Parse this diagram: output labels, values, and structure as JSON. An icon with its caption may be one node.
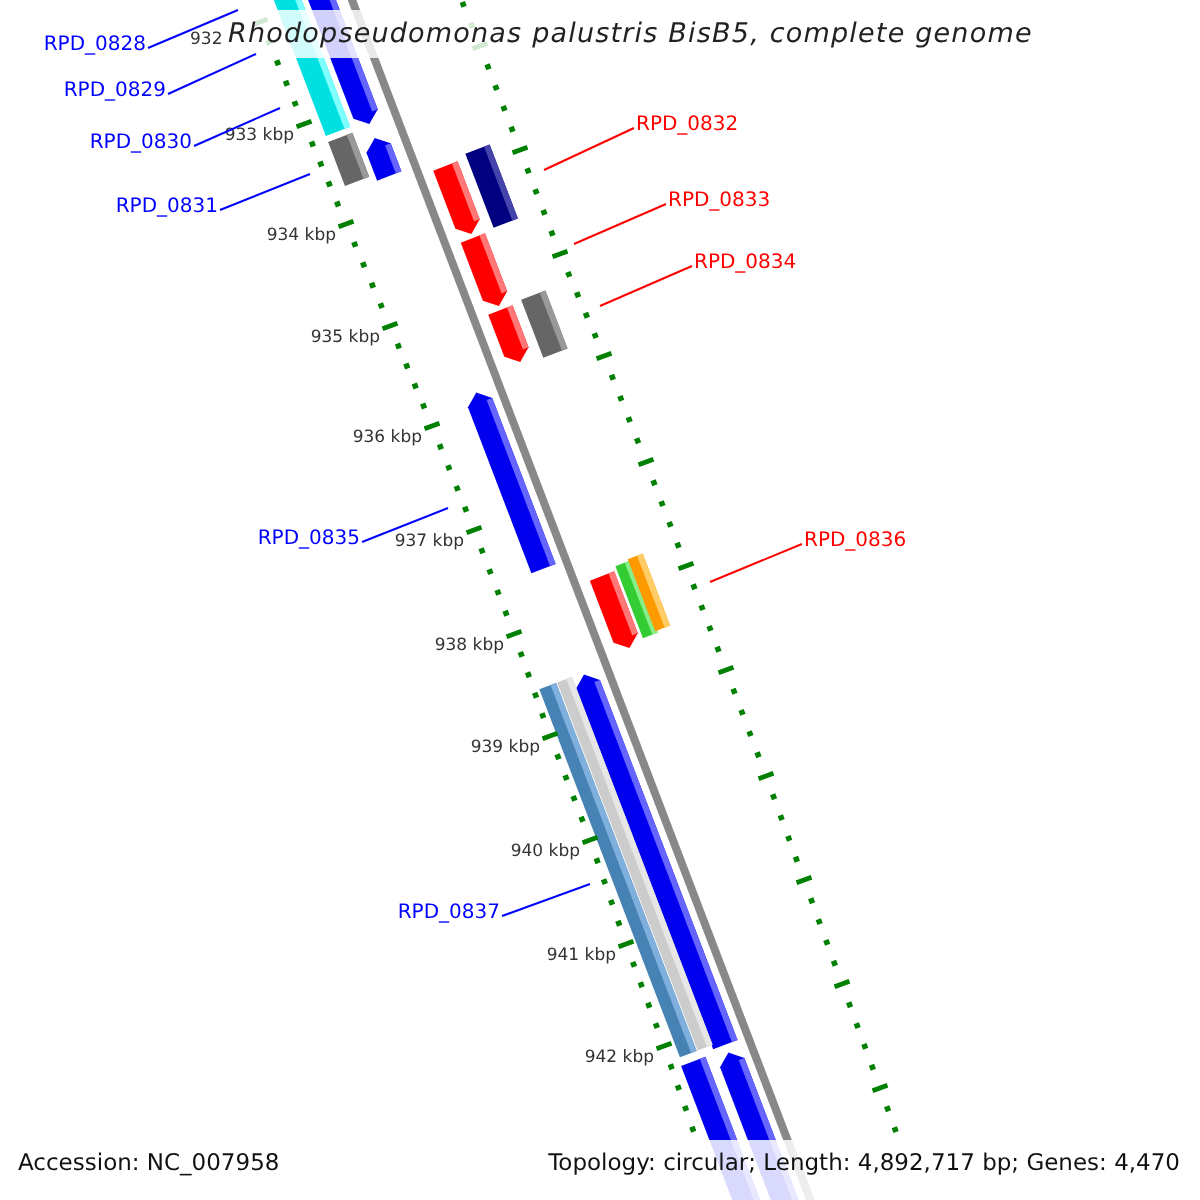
{
  "diagram": {
    "title": "Rhodopseudomonas palustris BisB5, complete genome",
    "nodes": [
      {
        "text": [
          "RPD_0828"
        ]
      },
      {
        "text": [
          "RPD_0829"
        ]
      },
      {
        "text": [
          "RPD_0830"
        ]
      },
      {
        "text": [
          "RPD_0831"
        ]
      },
      {
        "text": [
          "RPD_0832"
        ]
      },
      {
        "text": [
          "RPD_0833"
        ]
      },
      {
        "text": [
          "RPD_0834"
        ]
      },
      {
        "text": [
          "RPD_0835"
        ]
      },
      {
        "text": [
          "RPD_0836"
        ]
      },
      {
        "text": [
          "RPD_0837"
        ]
      }
    ],
    "edges": [
      {
        "from": 0,
        "to": null,
        "arrow": "none"
      },
      {
        "from": 1,
        "to": null,
        "arrow": "none"
      },
      {
        "from": 2,
        "to": null,
        "arrow": "none"
      },
      {
        "from": 3,
        "to": null,
        "arrow": "none"
      },
      {
        "from": 4,
        "to": null,
        "arrow": "none",
        "color": "#ff0000"
      },
      {
        "from": 5,
        "to": null,
        "arrow": "none",
        "color": "#ff0000"
      },
      {
        "from": 6,
        "to": null,
        "arrow": "none",
        "color": "#ff0000"
      },
      {
        "from": 7,
        "to": null,
        "arrow": "none"
      },
      {
        "from": 8,
        "to": null,
        "arrow": "none",
        "color": "#ff0000"
      },
      {
        "from": 9,
        "to": null,
        "arrow": "none"
      }
    ],
    "labels": [
      "932",
      "933 kbp",
      "934 kbp",
      "935 kbp",
      "936 kbp",
      "937 kbp",
      "938 kbp",
      "939 kbp",
      "940 kbp",
      "941 kbp",
      "942 kbp",
      "Accession: NC_007958",
      "Topology: circular; Length: 4,892,717 bp; Genes: 4,470"
    ]
  }
}
